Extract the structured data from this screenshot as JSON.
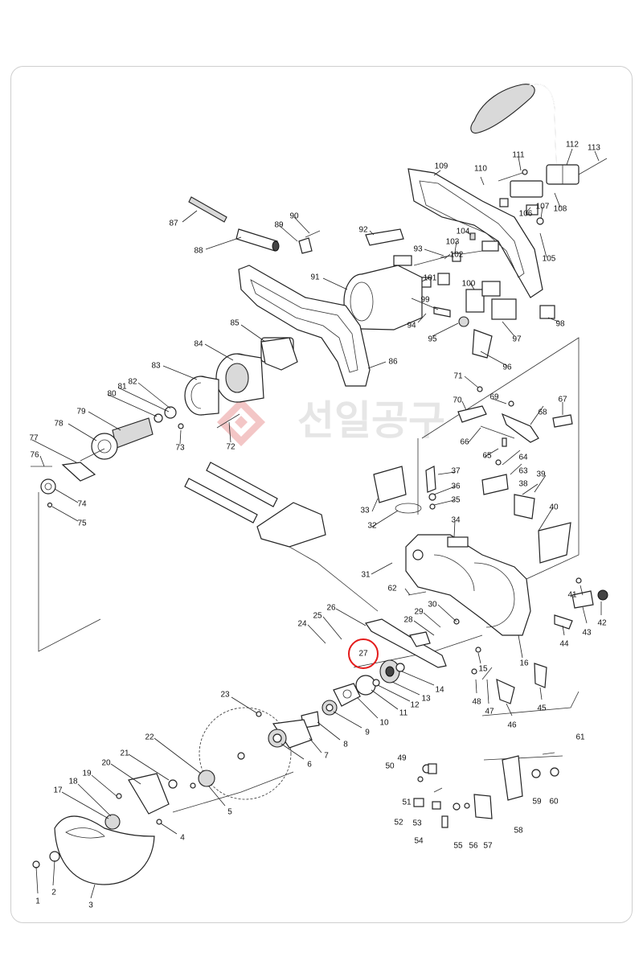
{
  "watermark": {
    "text": "선일공구"
  },
  "highlight": {
    "label": "27",
    "color": "#e31b1b"
  },
  "colors": {
    "line": "#222222",
    "watermark": "#e6e6e6",
    "watermark_logo": "#f3c6c6"
  },
  "parts": {
    "p1": "1",
    "p2": "2",
    "p3": "3",
    "p4": "4",
    "p5": "5",
    "p6": "6",
    "p7": "7",
    "p8": "8",
    "p9": "9",
    "p10": "10",
    "p11": "11",
    "p12": "12",
    "p13": "13",
    "p14": "14",
    "p15": "15",
    "p16": "16",
    "p17": "17",
    "p18": "18",
    "p19": "19",
    "p20": "20",
    "p21": "21",
    "p22": "22",
    "p23": "23",
    "p24": "24",
    "p25": "25",
    "p26": "26",
    "p28": "28",
    "p29": "29",
    "p30": "30",
    "p31": "31",
    "p32": "32",
    "p33": "33",
    "p34": "34",
    "p35": "35",
    "p36": "36",
    "p37": "37",
    "p38": "38",
    "p39": "39",
    "p40": "40",
    "p41": "41",
    "p42": "42",
    "p43": "43",
    "p44": "44",
    "p45": "45",
    "p46": "46",
    "p47": "47",
    "p48": "48",
    "p49": "49",
    "p50": "50",
    "p51": "51",
    "p52": "52",
    "p53": "53",
    "p54": "54",
    "p55": "55",
    "p56": "56",
    "p57": "57",
    "p58": "58",
    "p59": "59",
    "p60": "60",
    "p61": "61",
    "p62": "62",
    "p63": "63",
    "p64": "64",
    "p65": "65",
    "p66": "66",
    "p67": "67",
    "p68": "68",
    "p69": "69",
    "p70": "70",
    "p71": "71",
    "p72": "72",
    "p73": "73",
    "p74": "74",
    "p75": "75",
    "p76": "76",
    "p77": "77",
    "p78": "78",
    "p79": "79",
    "p80": "80",
    "p81": "81",
    "p82": "82",
    "p83": "83",
    "p84": "84",
    "p85": "85",
    "p86": "86",
    "p87": "87",
    "p88": "88",
    "p89": "89",
    "p90": "90",
    "p91": "91",
    "p92": "92",
    "p93": "93",
    "p94": "94",
    "p95": "95",
    "p96": "96",
    "p97": "97",
    "p98": "98",
    "p99": "99",
    "p100": "100",
    "p101": "101",
    "p102": "102",
    "p103": "103",
    "p104": "104",
    "p105": "105",
    "p106": "106",
    "p107": "107",
    "p108": "108",
    "p109": "109",
    "p110": "110",
    "p111": "111",
    "p112": "112",
    "p113": "113"
  }
}
